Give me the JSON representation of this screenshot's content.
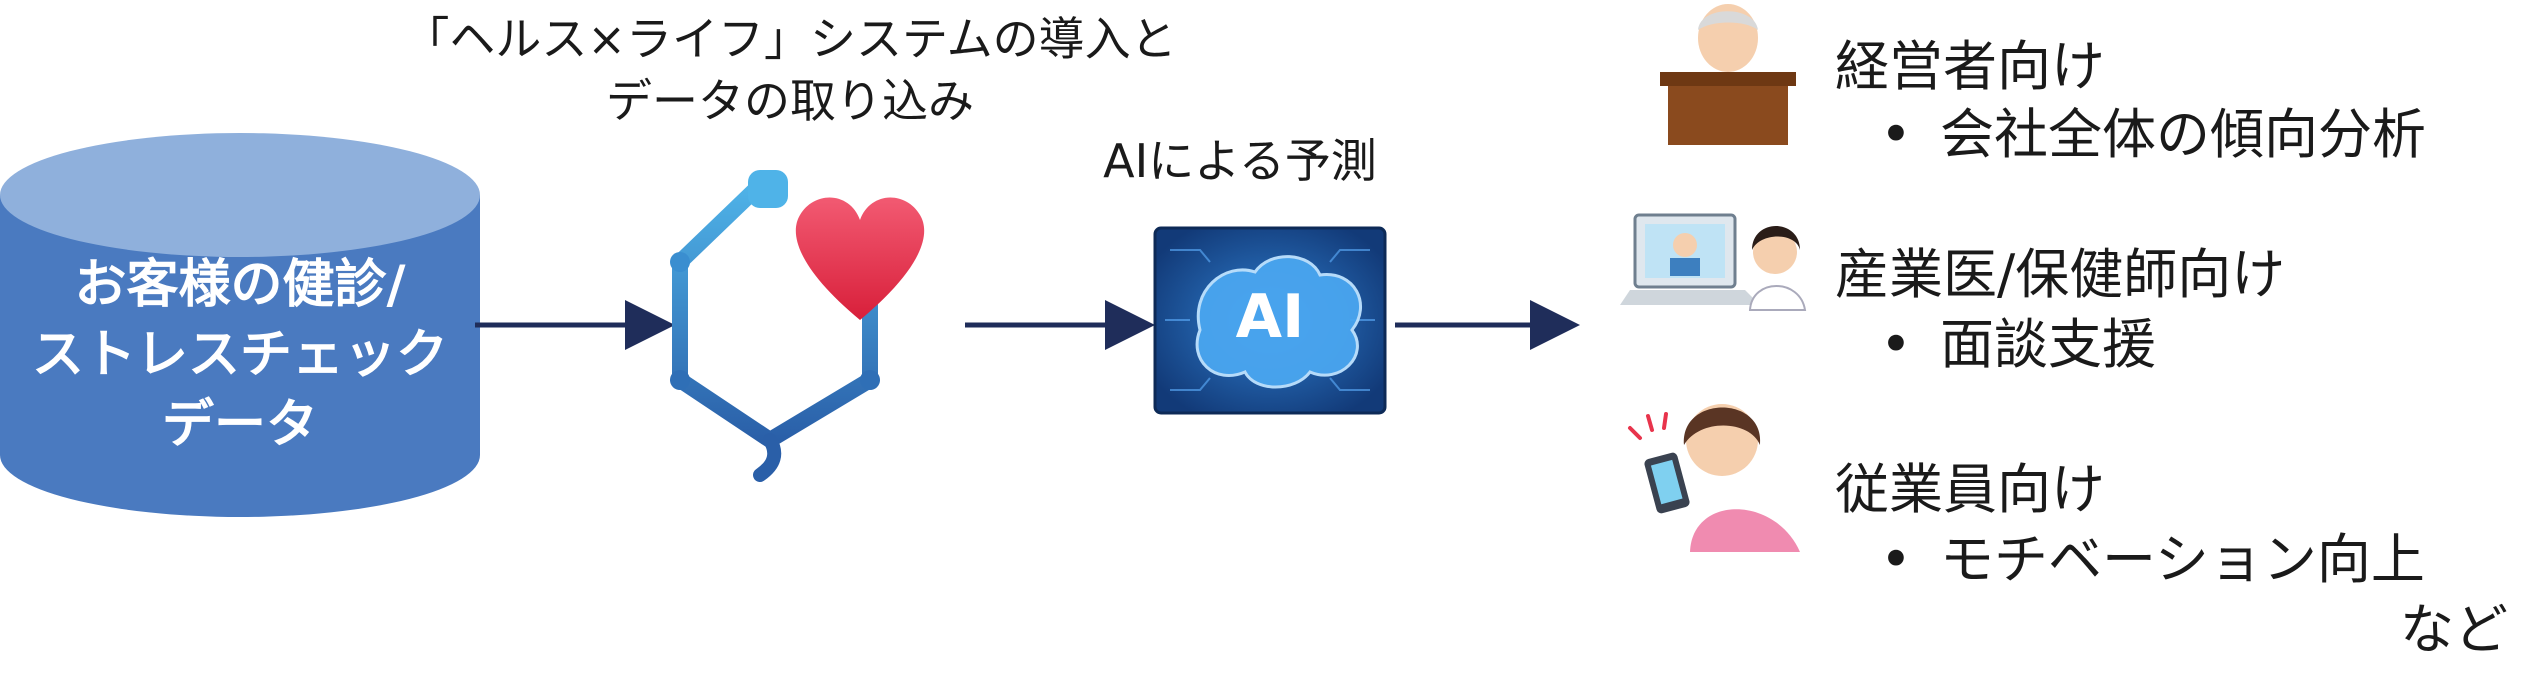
{
  "database": {
    "label_lines": [
      "お客様の健診/",
      "ストレスチェック",
      "データ"
    ],
    "color": "#4a7ac0"
  },
  "intro_caption_lines": [
    "「ヘルス×ライフ」システムの導入と",
    "データの取り込み"
  ],
  "ai_caption": "AIによる予測",
  "ai_chip_label": "AI",
  "audiences": [
    {
      "heading": "経営者向け",
      "bullet": "会社全体の傾向分析",
      "icon": "executive-icon"
    },
    {
      "heading": "産業医/保健師向け",
      "bullet": "面談支援",
      "icon": "doctor-consult-icon"
    },
    {
      "heading": "従業員向け",
      "bullet": "モチベーション向上",
      "icon": "employee-phone-icon"
    }
  ],
  "bullet_glyph": "•",
  "etc": "など",
  "colors": {
    "arrow": "#1f2d5a",
    "hexagon": "#2f6fb6",
    "heart": "#e8344c",
    "chip": "#1c4f8f"
  }
}
